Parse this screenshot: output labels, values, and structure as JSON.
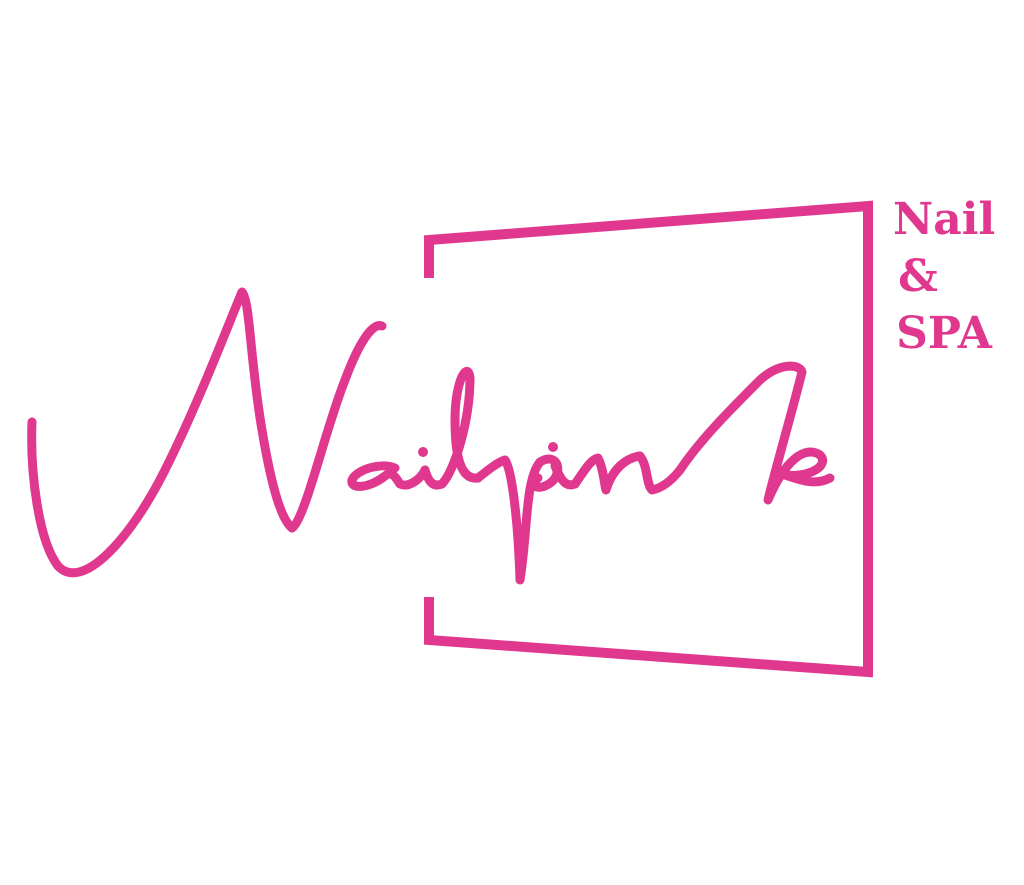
{
  "brand": {
    "logo_script": "Nailpink",
    "tagline_line1": "Nail",
    "tagline_line2": "&",
    "tagline_line3": "SPA",
    "color": "#e0388f",
    "background": "#ffffff"
  }
}
